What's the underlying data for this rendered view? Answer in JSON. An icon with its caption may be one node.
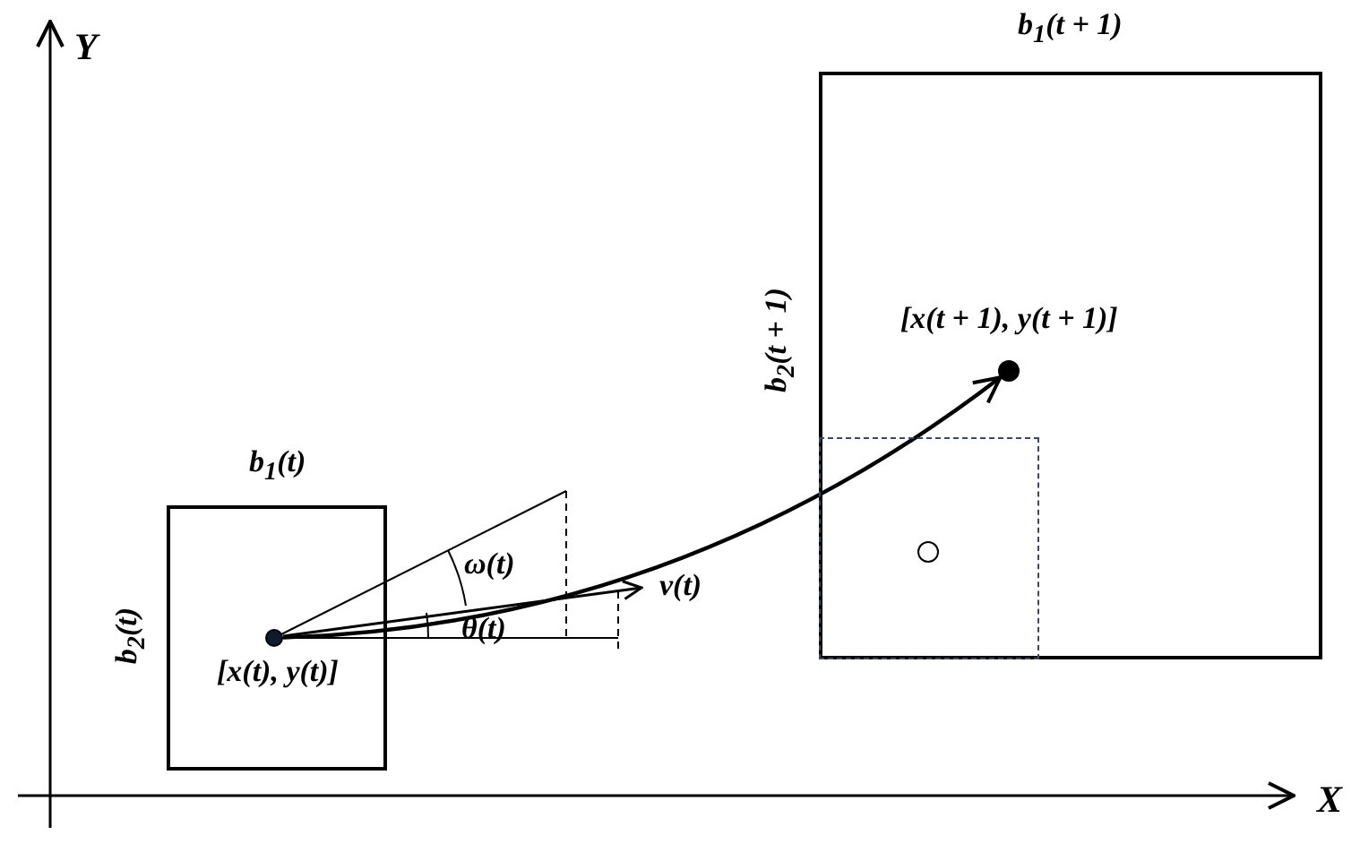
{
  "diagram": {
    "nodes": [
      {
        "text": [
          "b$_{1}$(t)",
          "b$_{2}$(t)",
          "[x(t), y(t)]"
        ]
      },
      {
        "text": [],
        "shape": "circle",
        "in": 0
      },
      {
        "text": [
          "b$_{1}$(t + 1)",
          "b$_{2}$(t + 1)",
          "[x(t + 1), y(t + 1)]"
        ]
      },
      {
        "text": [],
        "shape": "circle",
        "in": 2
      },
      {
        "text": [],
        "shape": "box",
        "in": 2
      },
      {
        "text": [],
        "shape": "circle",
        "in": 4
      }
    ],
    "edges": [
      {
        "from": 1,
        "to": 3,
        "arrow": "to"
      }
    ],
    "labels": [
      "Y",
      "ω(t)",
      "v(t)",
      "θ(t)",
      "X"
    ]
  }
}
